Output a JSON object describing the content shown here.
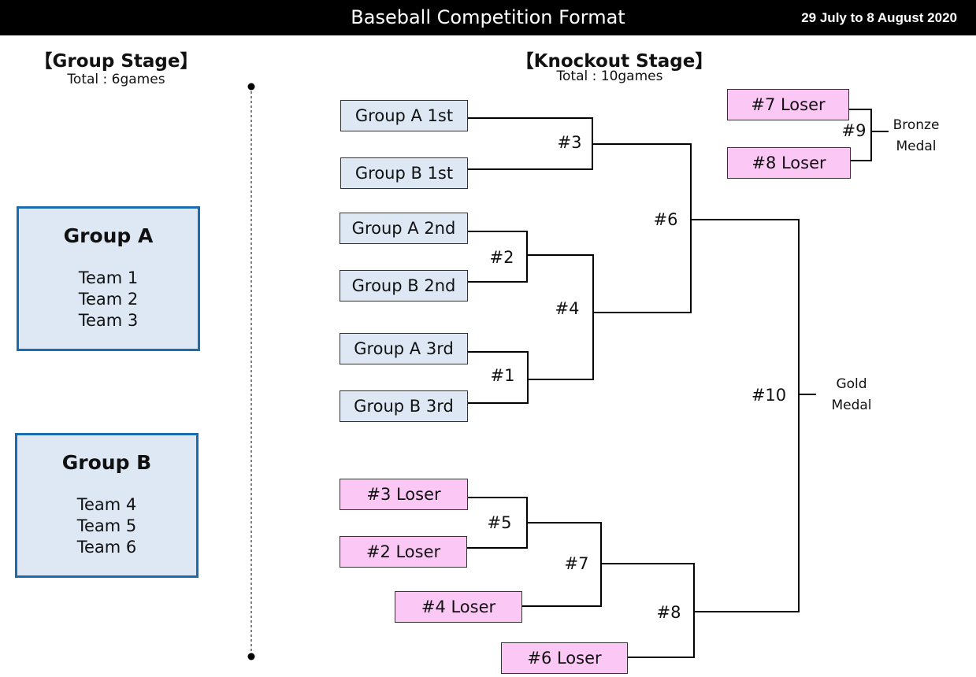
{
  "header": {
    "title": "Baseball Competition Format",
    "date": "29 July to 8 August 2020"
  },
  "group_stage": {
    "title": "【Group Stage】",
    "total": "Total : 6games",
    "groups": [
      {
        "name": "Group A",
        "teams": [
          "Team 1",
          "Team 2",
          "Team 3"
        ]
      },
      {
        "name": "Group B",
        "teams": [
          "Team 4",
          "Team 5",
          "Team 6"
        ]
      }
    ]
  },
  "knockout_stage": {
    "title": "【Knockout Stage】",
    "total": "Total : 10games",
    "slots": {
      "group_a_1st": "Group A 1st",
      "group_b_1st": "Group B 1st",
      "group_a_2nd": "Group A 2nd",
      "group_b_2nd": "Group B 2nd",
      "group_a_3rd": "Group A 3rd",
      "group_b_3rd": "Group B 3rd",
      "loser_3": "#3 Loser",
      "loser_2": "#2 Loser",
      "loser_4": "#4 Loser",
      "loser_6": "#6 Loser",
      "loser_7": "#7 Loser",
      "loser_8": "#8 Loser"
    },
    "games": {
      "g1": "#1",
      "g2": "#2",
      "g3": "#3",
      "g4": "#4",
      "g5": "#5",
      "g6": "#6",
      "g7": "#7",
      "g8": "#8",
      "g9": "#9",
      "g10": "#10"
    },
    "medals": {
      "bronze": [
        "Bronze",
        "Medal"
      ],
      "gold": [
        "Gold",
        "Medal"
      ]
    }
  },
  "colors": {
    "header_bg": "#000000",
    "group_box_bg": "#dde8f4",
    "group_box_border": "#1b6bb0",
    "winner_slot_bg": "#dde8f4",
    "loser_slot_bg": "#fbc7f5"
  }
}
